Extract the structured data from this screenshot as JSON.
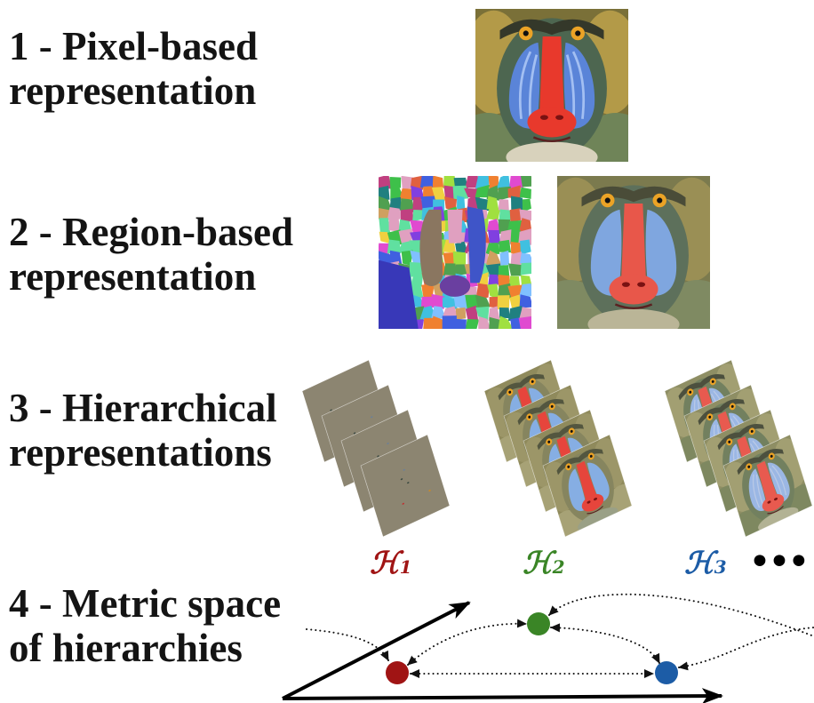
{
  "rows": [
    {
      "lines": [
        "1 - Pixel-based",
        "representation"
      ]
    },
    {
      "lines": [
        "2 - Region-based",
        "representation"
      ]
    },
    {
      "lines": [
        "3 - Hierarchical",
        "representations"
      ]
    },
    {
      "lines": [
        "4 - Metric space",
        "of hierarchies"
      ]
    }
  ],
  "hierarchies": [
    {
      "symbol": "ℋ",
      "index": "1",
      "color": "#a01414"
    },
    {
      "symbol": "ℋ",
      "index": "2",
      "color": "#3a8526"
    },
    {
      "symbol": "ℋ",
      "index": "3",
      "color": "#1c5ca6"
    }
  ],
  "more_indicator": "•••",
  "colors": {
    "text": "#141414",
    "arrows": "#000000"
  }
}
